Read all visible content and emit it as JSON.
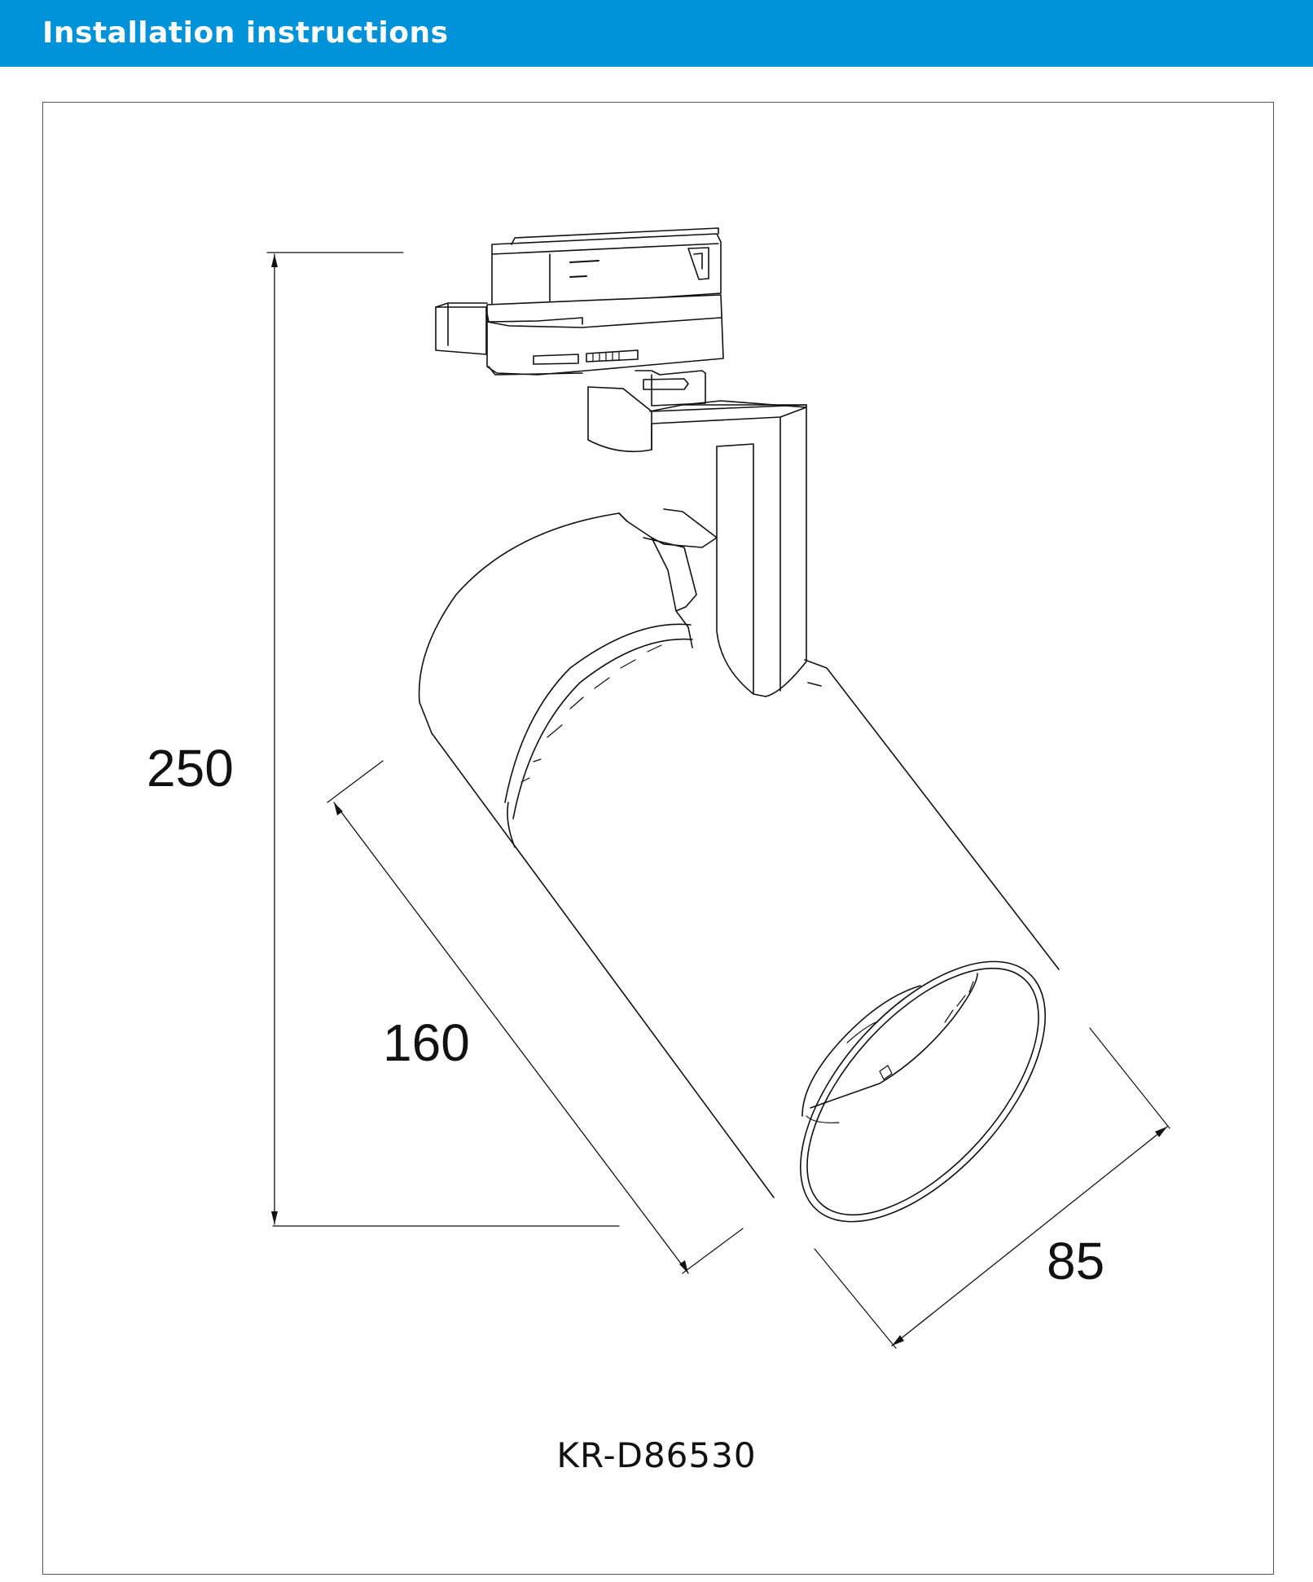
{
  "header": {
    "title": "Installation instructions",
    "background_color": "#0092d8",
    "text_color": "#ffffff"
  },
  "dimensions": {
    "height": "250",
    "length": "160",
    "diameter": "85"
  },
  "model": {
    "code": "KR-D86530"
  }
}
